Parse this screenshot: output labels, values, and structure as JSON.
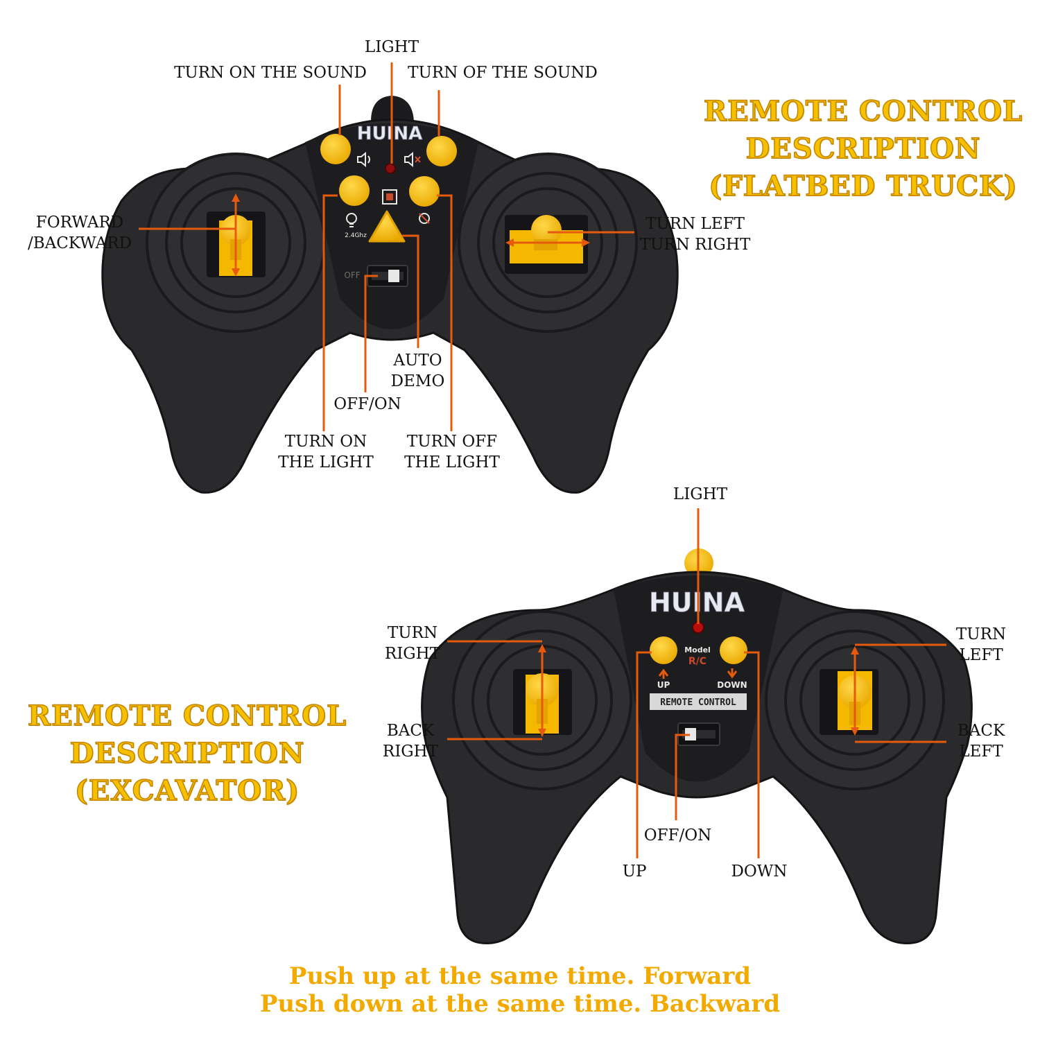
{
  "colors": {
    "background": "#ffffff",
    "controller_body": "#2a2a2c",
    "controller_edge": "#141416",
    "button_yellow": "#f5b800",
    "callout_orange": "#e65a0e",
    "title_yellow": "#f5c000",
    "footer_orange": "#f2a900"
  },
  "truck": {
    "title": [
      "REMOTE CONTROL",
      "DESCRIPTION",
      "(FLATBED TRUCK)"
    ],
    "brand": "HUINA",
    "freq": "2.4Ghz",
    "switch_off": "OFF",
    "labels": {
      "light": "LIGHT",
      "sound_on": "TURN ON THE SOUND",
      "sound_off": "TURN OF THE SOUND",
      "fwd_back": [
        "FORWARD",
        "/BACKWARD"
      ],
      "turn_lr": [
        "TURN LEFT",
        "TURN RIGHT"
      ],
      "auto_demo": [
        "AUTO",
        "DEMO"
      ],
      "off_on": "OFF/ON",
      "light_on": [
        "TURN ON",
        "THE LIGHT"
      ],
      "light_off": [
        "TURN OFF",
        "THE LIGHT"
      ]
    },
    "icons": [
      "speaker-on-icon",
      "speaker-mute-icon",
      "bulb-icon",
      "chip-icon",
      "bulb-off-icon",
      "warning-triangle-icon"
    ]
  },
  "excavator": {
    "title": [
      "REMOTE CONTROL",
      "DESCRIPTION",
      "(EXCAVATOR)"
    ],
    "brand": "HUINA",
    "model_text": [
      "Model",
      "R/C"
    ],
    "panel_text": "REMOTE CONTROL",
    "up_text": "UP",
    "down_text": "DOWN",
    "labels": {
      "light": "LIGHT",
      "turn_right": [
        "TURN",
        "RIGHT"
      ],
      "back_right": [
        "BACK",
        "RIGHT"
      ],
      "turn_left": [
        "TURN",
        "LEFT"
      ],
      "back_left": [
        "BACK",
        "LEFT"
      ],
      "off_on": "OFF/ON",
      "up": "UP",
      "down": "DOWN"
    }
  },
  "footer": [
    "Push up at the same time. Forward",
    "Push down at the same time. Backward"
  ]
}
